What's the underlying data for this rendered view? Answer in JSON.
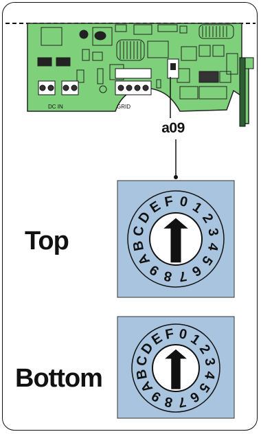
{
  "board": {
    "jumper_label": "a09",
    "connectors": [
      "DC IN",
      "GRID"
    ]
  },
  "switches": {
    "top": {
      "label": "Top",
      "digits": [
        "0",
        "1",
        "2",
        "3",
        "4",
        "5",
        "6",
        "7",
        "8",
        "9",
        "A",
        "B",
        "C",
        "D",
        "E",
        "F"
      ],
      "pointing_to": "0"
    },
    "bottom": {
      "label": "Bottom",
      "digits": [
        "0",
        "1",
        "2",
        "3",
        "4",
        "5",
        "6",
        "7",
        "8",
        "9",
        "A",
        "B",
        "C",
        "D",
        "E",
        "F"
      ],
      "pointing_to": "0"
    }
  },
  "colors": {
    "pcb_green": "#7ed07a",
    "switch_panel_blue": "#a9c4de",
    "dial_white": "#ffffff",
    "arrow_black": "#111111"
  }
}
